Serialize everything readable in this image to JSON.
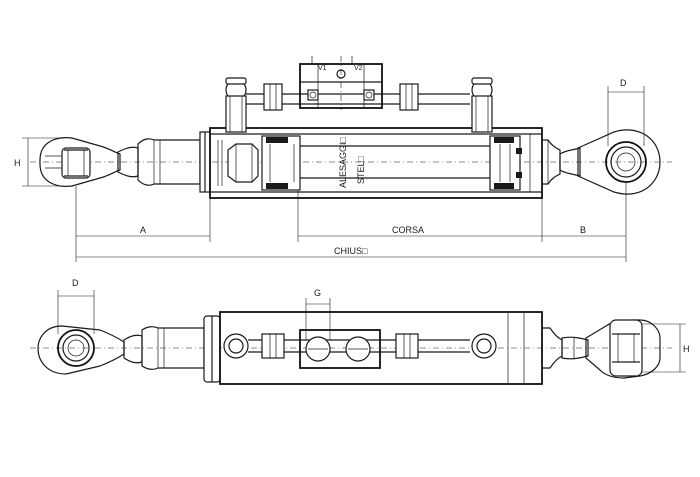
{
  "labels": {
    "a": "A",
    "b": "B",
    "corsa": "CORSA",
    "chiuso": "CHIUS□",
    "d_top": "D",
    "d_bottom": "D",
    "h_top": "H",
    "h_bottom": "H",
    "g": "G",
    "alesaggio": "ALESAGGI□",
    "stelo": "STEL□",
    "v1": "V1",
    "v2": "V2"
  }
}
